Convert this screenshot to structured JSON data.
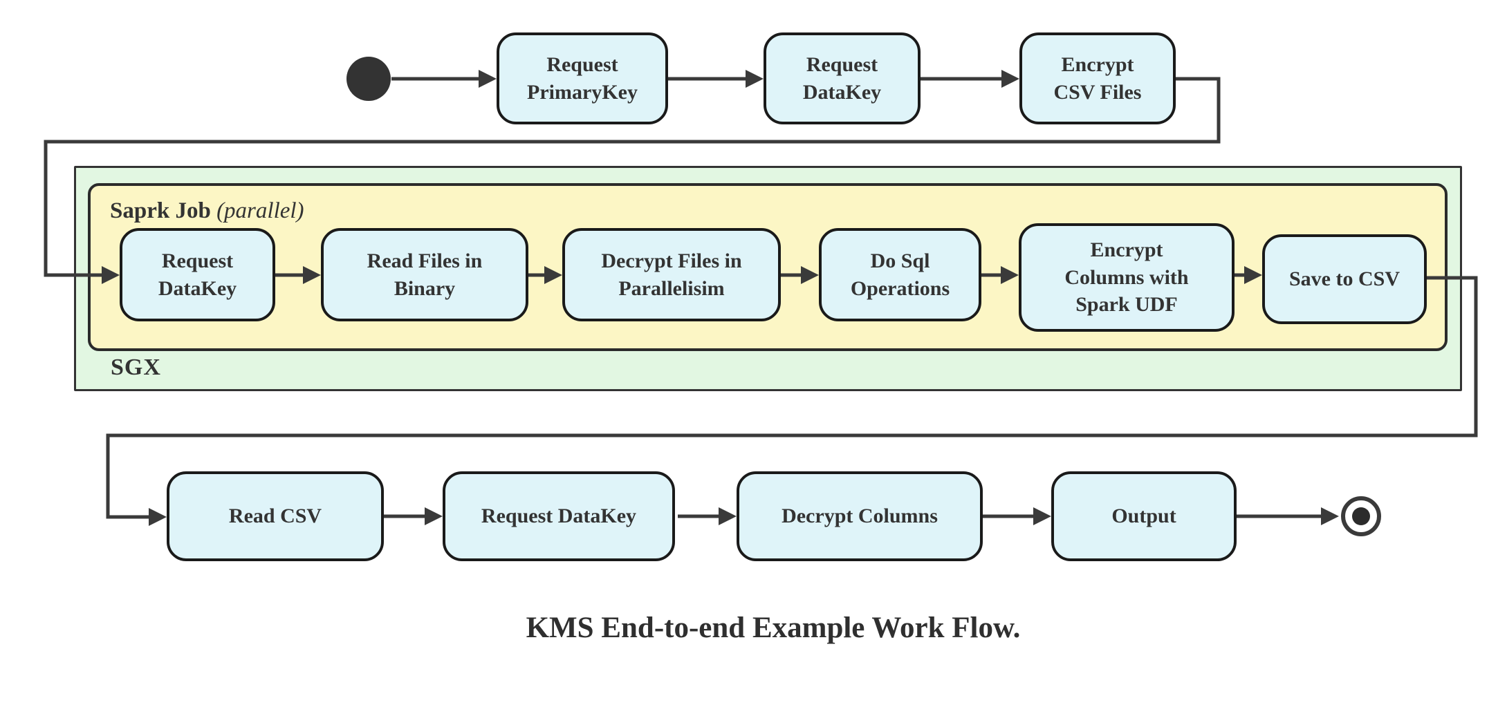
{
  "colors": {
    "node-fill": "#dff4f9",
    "node-border": "#1a1a1a",
    "edge": "#3a3a3a",
    "text": "#333333",
    "sgx-fill": "#e2f7e2",
    "sgx-border": "#333333",
    "spark-fill": "#fcf6c5",
    "spark-border": "#2b2b2b",
    "canvas-bg": "#ffffff"
  },
  "flow": {
    "caption": "KMS End-to-end Example Work Flow.",
    "top_row": [
      {
        "label": "Request\nPrimaryKey"
      },
      {
        "label": "Request\nDataKey"
      },
      {
        "label": "Encrypt\nCSV Files"
      }
    ],
    "sgx": {
      "label": "SGX",
      "spark_job": {
        "title": "Saprk Job",
        "modifier": "(parallel)"
      },
      "row": [
        {
          "label": "Request\nDataKey"
        },
        {
          "label": "Read Files in\nBinary"
        },
        {
          "label": "Decrypt Files in\nParallelisim"
        },
        {
          "label": "Do Sql\nOperations"
        },
        {
          "label": "Encrypt\nColumns with\nSpark UDF"
        },
        {
          "label": "Save to CSV"
        }
      ]
    },
    "bottom_row": [
      {
        "label": "Read CSV"
      },
      {
        "label": "Request DataKey"
      },
      {
        "label": "Decrypt Columns"
      },
      {
        "label": "Output"
      }
    ]
  }
}
